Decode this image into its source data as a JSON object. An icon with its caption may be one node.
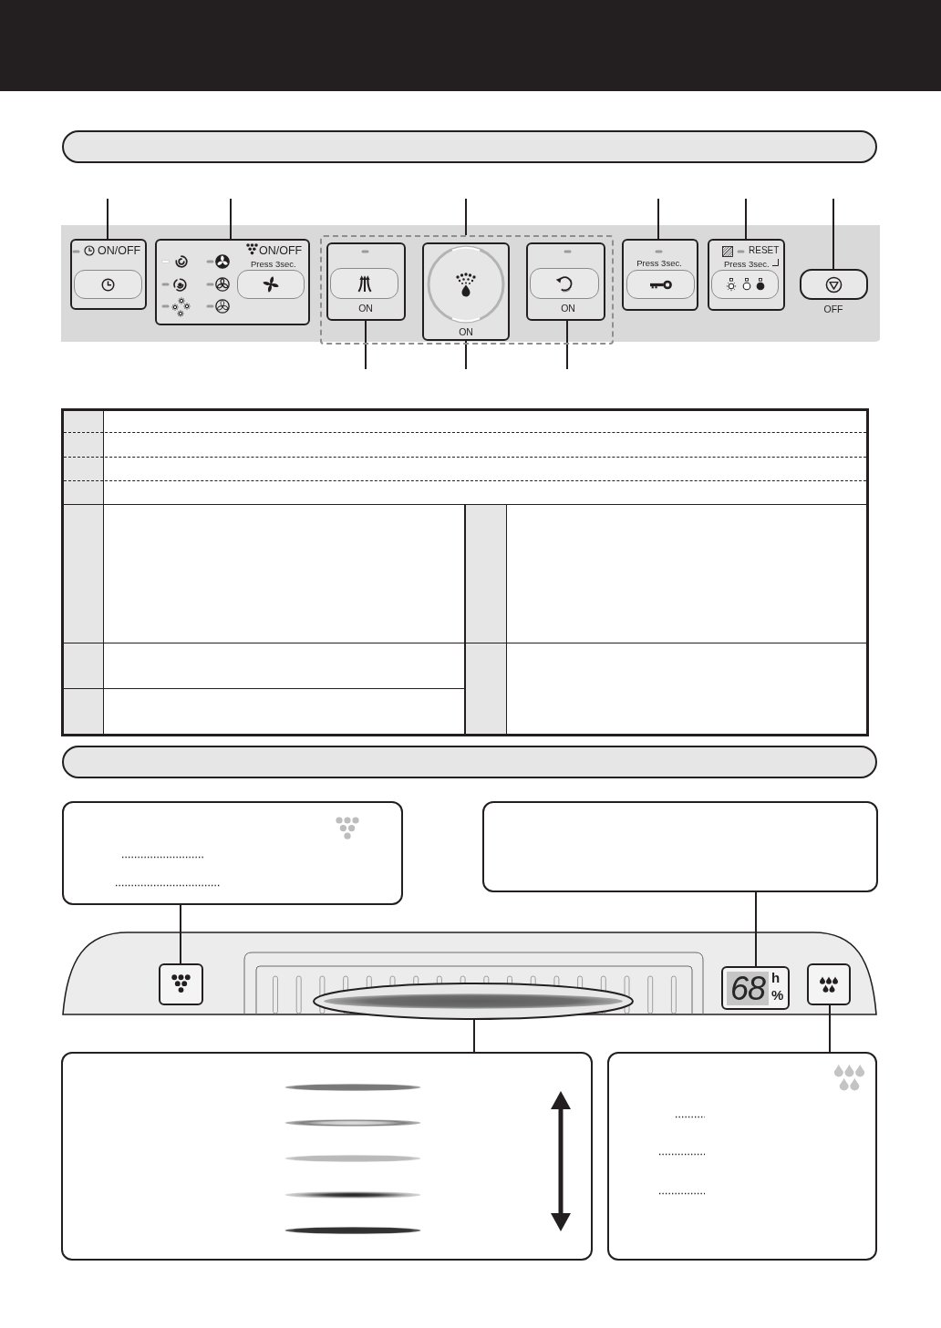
{
  "diagram": {
    "nodes": [
      {
        "text": [],
        "shape": "bar"
      },
      {
        "text": [
          "ON/OFF"
        ]
      },
      {
        "text": [
          "ON/OFF",
          "Press 3sec."
        ]
      },
      {
        "text": [],
        "shape": "box"
      },
      {
        "text": [
          "ON"
        ],
        "in": 3
      },
      {
        "text": [
          "ON"
        ],
        "in": 3
      },
      {
        "text": [
          "ON"
        ],
        "in": 3
      },
      {
        "text": [
          "Press 3sec."
        ]
      },
      {
        "text": [
          "RESET",
          "Press 3sec."
        ]
      },
      {
        "text": [],
        "shape": "box",
        "beside": [
          "OFF"
        ]
      },
      {
        "text": [],
        "shape": "bar"
      },
      {
        "text": [],
        "shape": "box"
      },
      {
        "text": [],
        "shape": "box"
      },
      {
        "text": [],
        "shape": "box"
      },
      {
        "text": [],
        "shape": "ellipse"
      },
      {
        "text": [
          "68",
          "h",
          "%"
        ]
      },
      {
        "text": [],
        "shape": "box"
      },
      {
        "text": [],
        "shape": "box"
      },
      {
        "text": [],
        "shape": "box"
      }
    ],
    "edges": [
      {
        "from": null,
        "to": 1,
        "arrow": "none"
      },
      {
        "from": null,
        "to": 2,
        "arrow": "none"
      },
      {
        "from": null,
        "to": 3,
        "arrow": "none"
      },
      {
        "from": null,
        "to": 7,
        "arrow": "none"
      },
      {
        "from": null,
        "to": 8,
        "arrow": "none"
      },
      {
        "from": null,
        "to": 9,
        "arrow": "none"
      },
      {
        "from": null,
        "to": 4,
        "arrow": "none"
      },
      {
        "from": null,
        "to": 5,
        "arrow": "none"
      },
      {
        "from": null,
        "to": 6,
        "arrow": "none"
      },
      {
        "from": 11,
        "to": 13,
        "arrow": "none"
      },
      {
        "from": 12,
        "to": 15,
        "arrow": "none"
      },
      {
        "from": 17,
        "to": 14,
        "arrow": "none"
      },
      {
        "from": 18,
        "to": 16,
        "arrow": "none"
      }
    ]
  }
}
